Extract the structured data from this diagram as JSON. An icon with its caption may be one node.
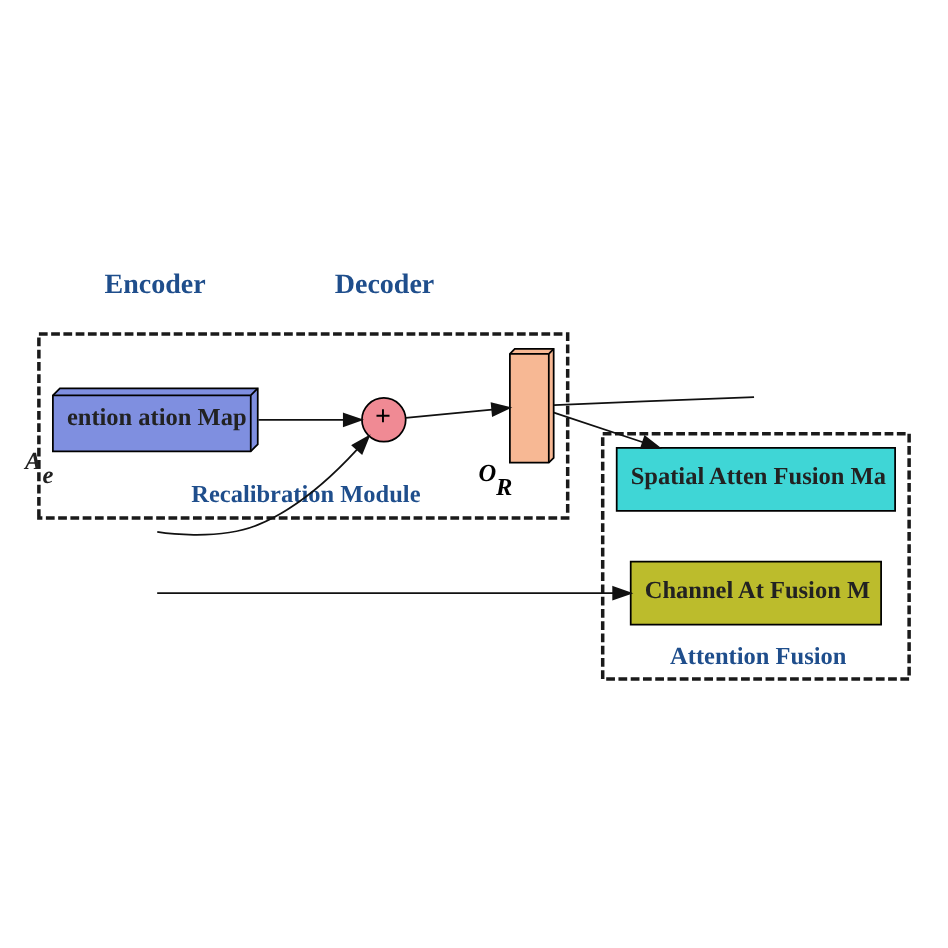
{
  "diagram": {
    "nodes": [
      {
        "text": [
          "Recalibration Module"
        ]
      },
      {
        "text": [
          "ention ation Map"
        ],
        "beside": [
          "A$_{e}$"
        ],
        "in": 0
      },
      {
        "text": [
          "+"
        ],
        "in": 0
      },
      {
        "text": [],
        "shape": "box",
        "beside": [
          "O$_{R}$"
        ],
        "in": 0
      },
      {
        "text": [
          "Attention Fusion"
        ]
      },
      {
        "text": [
          "Spatial Atten Fusion Ma"
        ],
        "in": 4
      },
      {
        "text": [
          "Channel At Fusion M"
        ],
        "in": 4
      }
    ],
    "edges": [
      {
        "from": 1,
        "to": 2,
        "arrow": "to"
      },
      {
        "from": null,
        "to": 2,
        "arrow": "to"
      },
      {
        "from": 2,
        "to": 3,
        "arrow": "to"
      },
      {
        "from": 3,
        "to": 5,
        "arrow": "to"
      },
      {
        "from": 3,
        "to": null,
        "arrow": "none"
      },
      {
        "from": null,
        "to": 6,
        "arrow": "to"
      }
    ],
    "labels": [
      "Encoder",
      "Decoder"
    ]
  }
}
